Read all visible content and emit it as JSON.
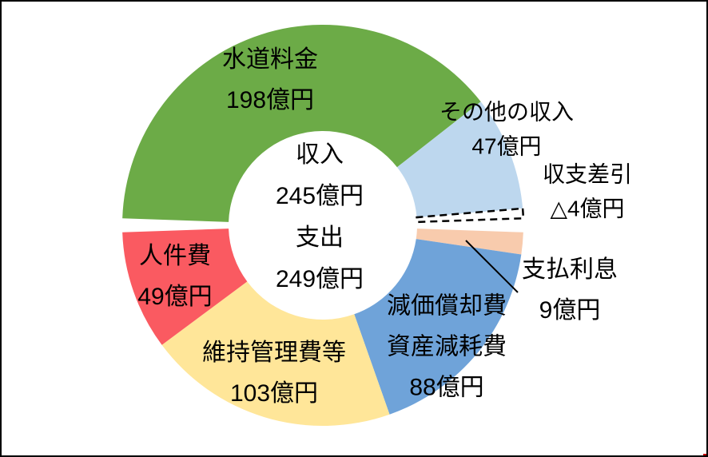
{
  "chart_data": {
    "type": "pie",
    "subtype": "donut-two-halves",
    "unit": "億円",
    "legend": "none",
    "center_lines": [
      "収入",
      "245億円",
      "支出",
      "249億円"
    ],
    "totals": {
      "income": 245,
      "expense": 249,
      "balance": -4
    },
    "halves": {
      "income_total_units": 249,
      "expense_total_units": 249
    },
    "segments": [
      {
        "id": "water-revenue",
        "half": "income",
        "label": "水道料金",
        "value": 198,
        "value_label": "198億円",
        "color": "#6CAB47",
        "border": "none"
      },
      {
        "id": "other-revenue",
        "half": "income",
        "label": "その他の収入",
        "value": 47,
        "value_label": "47億円",
        "color": "#BDD7EE",
        "border": "none"
      },
      {
        "id": "balance-deficit",
        "half": "income",
        "label": "収支差引",
        "value": 4,
        "value_label": "△4億円",
        "color": "#FFFFFF",
        "border": "dashed"
      },
      {
        "id": "interest-paid",
        "half": "expense",
        "label": "支払利息",
        "value": 9,
        "value_label": "9億円",
        "color": "#F8CBAD",
        "border": "none"
      },
      {
        "id": "depreciation",
        "half": "expense",
        "label": "減価償却費",
        "label2": "資産減耗費",
        "value": 88,
        "value_label": "88億円",
        "color": "#6FA3D9",
        "border": "none"
      },
      {
        "id": "maintenance",
        "half": "expense",
        "label": "維持管理費等",
        "value": 103,
        "value_label": "103億円",
        "color": "#FFE699",
        "border": "none"
      },
      {
        "id": "personnel",
        "half": "expense",
        "label": "人件費",
        "value": 49,
        "value_label": "49億円",
        "color": "#FA5A61",
        "border": "none"
      }
    ],
    "colors": {
      "dashed_border": "#000000",
      "leader_line": "#000000",
      "frame_border": "#000000",
      "corner_mark": "#C00000",
      "text": "#000000",
      "background": "#FFFFFF"
    }
  }
}
